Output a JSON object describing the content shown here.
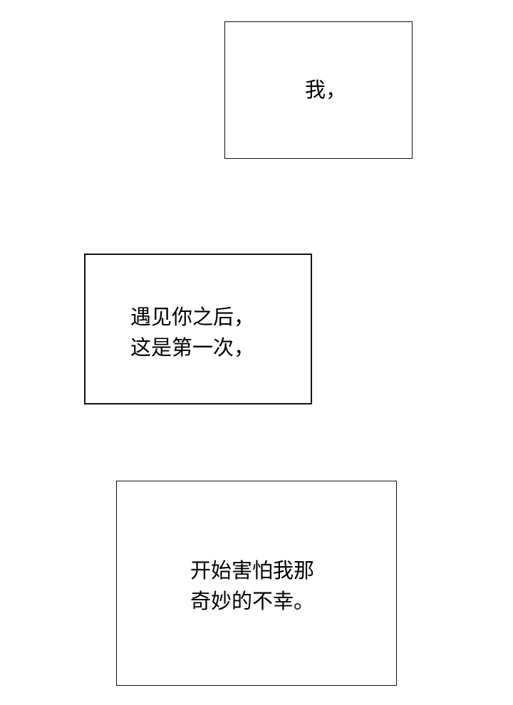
{
  "panels": [
    {
      "lines": [
        "我，"
      ]
    },
    {
      "lines": [
        "遇见你之后，",
        "这是第一次，"
      ]
    },
    {
      "lines": [
        "开始害怕我那",
        "奇妙的不幸。"
      ]
    }
  ]
}
